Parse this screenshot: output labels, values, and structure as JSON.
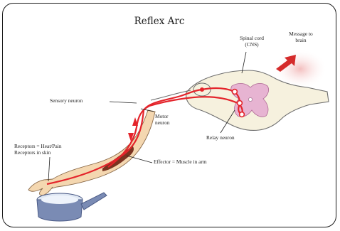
{
  "diagram": {
    "title": "Reflex Arc",
    "labels": {
      "spinal_cord_line1": "Spinal cord",
      "spinal_cord_line2": "(CNS)",
      "message_line1": "Message to",
      "message_line2": "brain",
      "sensory_neuron": "Sensory neuron",
      "motor_neuron_line1": "Motor",
      "motor_neuron_line2": "neuron",
      "relay_neuron": "Relay neuron",
      "receptors_line1": "Receptors = Heat/Pain",
      "receptors_line2": "Receptors in skin",
      "effector": "Effector = Muscle in arm"
    },
    "colors": {
      "nerve_red": "#e4242b",
      "grey_matter": "#e7b4d2",
      "white_matter": "#f6f1de",
      "cord_outline": "#6e6e6e",
      "skin": "#f4d7b0",
      "muscle": "#7a3320",
      "pan": "#7a8bb4",
      "arrow": "#d52b2b"
    }
  }
}
